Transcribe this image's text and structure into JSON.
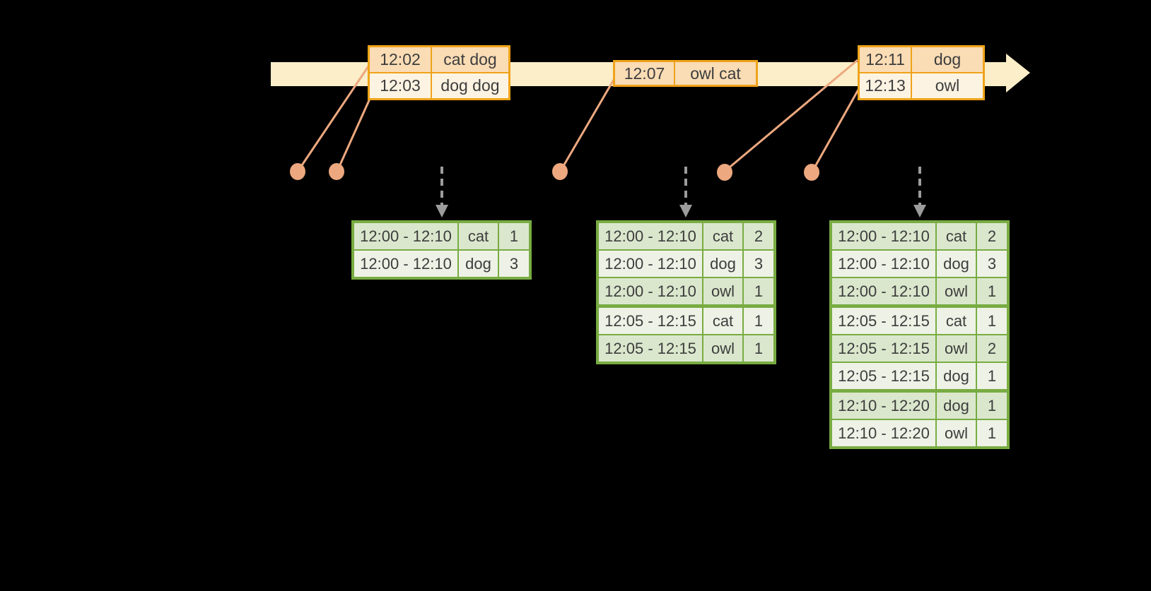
{
  "colors": {
    "band": "#fbeec8",
    "event_border": "#efa31a",
    "event_row1": "#fadcb5",
    "event_row2": "#fdf3e2",
    "connector": "#eda87f",
    "green_border": "#78ac42",
    "green_row_odd": "#dbe7cd",
    "green_row_even": "#eef2e6",
    "arrow": "#9c9c9c",
    "text": "#3d3d3d"
  },
  "timeline": {
    "event_tables": [
      {
        "rows": [
          {
            "time": "12:02",
            "words": "cat dog"
          },
          {
            "time": "12:03",
            "words": "dog dog"
          }
        ]
      },
      {
        "rows": [
          {
            "time": "12:07",
            "words": "owl cat"
          }
        ]
      },
      {
        "rows": [
          {
            "time": "12:11",
            "words": "dog"
          },
          {
            "time": "12:13",
            "words": "owl"
          }
        ]
      }
    ]
  },
  "result_tables": [
    {
      "rows": [
        {
          "window": "12:00 - 12:10",
          "word": "cat",
          "count": "1"
        },
        {
          "window": "12:00 - 12:10",
          "word": "dog",
          "count": "3"
        }
      ]
    },
    {
      "rows": [
        {
          "window": "12:00 - 12:10",
          "word": "cat",
          "count": "2"
        },
        {
          "window": "12:00 - 12:10",
          "word": "dog",
          "count": "3"
        },
        {
          "window": "12:00 - 12:10",
          "word": "owl",
          "count": "1"
        },
        {
          "window": "12:05 - 12:15",
          "word": "cat",
          "count": "1"
        },
        {
          "window": "12:05 - 12:15",
          "word": "owl",
          "count": "1"
        }
      ]
    },
    {
      "rows": [
        {
          "window": "12:00 - 12:10",
          "word": "cat",
          "count": "2"
        },
        {
          "window": "12:00 - 12:10",
          "word": "dog",
          "count": "3"
        },
        {
          "window": "12:00 - 12:10",
          "word": "owl",
          "count": "1"
        },
        {
          "window": "12:05 - 12:15",
          "word": "cat",
          "count": "1"
        },
        {
          "window": "12:05 - 12:15",
          "word": "owl",
          "count": "2"
        },
        {
          "window": "12:05 - 12:15",
          "word": "dog",
          "count": "1"
        },
        {
          "window": "12:10 - 12:20",
          "word": "dog",
          "count": "1"
        },
        {
          "window": "12:10 - 12:20",
          "word": "owl",
          "count": "1"
        }
      ]
    }
  ]
}
